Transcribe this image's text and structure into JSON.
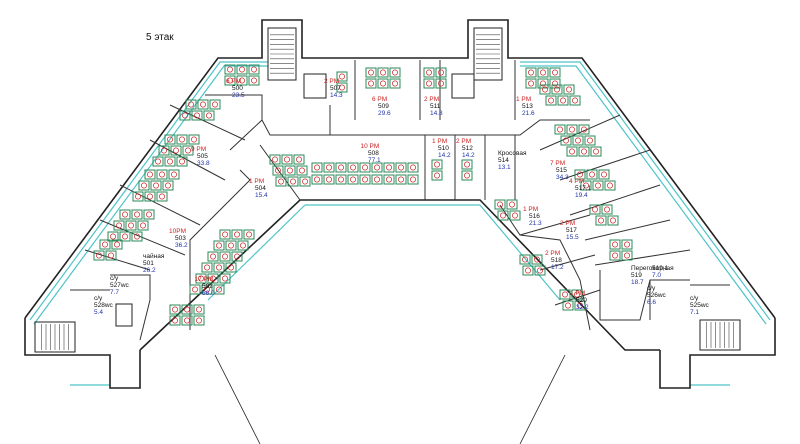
{
  "plan": {
    "title": "5 этак",
    "rooms": [
      {
        "id": "r500",
        "number": "500",
        "pm": "6 PM",
        "area": "23.5"
      },
      {
        "id": "r507",
        "number": "507",
        "pm": "2 PM",
        "area": "14.3"
      },
      {
        "id": "r509",
        "number": "509",
        "pm": "6 PM",
        "area": "29.6"
      },
      {
        "id": "r511",
        "number": "511",
        "pm": "2 PM",
        "area": "14.8"
      },
      {
        "id": "r513",
        "number": "513",
        "pm": "1 PM",
        "area": "21.6"
      },
      {
        "id": "r505",
        "number": "505",
        "pm": "9 PM",
        "area": "33.8"
      },
      {
        "id": "r508",
        "number": "508",
        "pm": "10 PM",
        "area": "77.1"
      },
      {
        "id": "r510",
        "number": "510",
        "pm": "1 PM",
        "area": "14.2"
      },
      {
        "id": "r512",
        "number": "512",
        "pm": "2 PM",
        "area": "14.2"
      },
      {
        "id": "r514",
        "number": "514",
        "pm": "",
        "area": "13.1",
        "name": "Кросовая"
      },
      {
        "id": "r515",
        "number": "515",
        "pm": "7 PM",
        "area": "34.3"
      },
      {
        "id": "r504",
        "number": "504",
        "pm": "1 PM",
        "area": "15.4"
      },
      {
        "id": "r517_1",
        "number": "517,1",
        "pm": "4 PM",
        "area": "19.4"
      },
      {
        "id": "r503",
        "number": "503",
        "pm": "10PM",
        "area": "36.2"
      },
      {
        "id": "r516",
        "number": "516",
        "pm": "1 PM",
        "area": "21.3"
      },
      {
        "id": "r517",
        "number": "517",
        "pm": "2 PM",
        "area": "15.5"
      },
      {
        "id": "r501",
        "number": "501",
        "pm": "",
        "area": "26.2",
        "name": "чайная"
      },
      {
        "id": "r518",
        "number": "518",
        "pm": "2 PM",
        "area": "17.2"
      },
      {
        "id": "r519",
        "number": "519",
        "pm": "",
        "area": "18.7",
        "name": "Переговорная"
      },
      {
        "id": "r519_1",
        "number": "519,1",
        "pm": "",
        "area": "7.0"
      },
      {
        "id": "r527wc",
        "number": "527wc",
        "pm": "",
        "area": "7.7",
        "name": "с/у"
      },
      {
        "id": "r502",
        "number": "502",
        "pm": "17 PM",
        "area": "66.0"
      },
      {
        "id": "r528wc",
        "number": "528wc",
        "pm": "",
        "area": "5.4",
        "name": "с/у"
      },
      {
        "id": "r520",
        "number": "520",
        "pm": "1 PM",
        "area": "32.2"
      },
      {
        "id": "r526wc",
        "number": "526wc",
        "pm": "",
        "area": "6.6",
        "name": "с/у"
      },
      {
        "id": "r525wc",
        "number": "525wc",
        "pm": "",
        "area": "7.1",
        "name": "с/у"
      }
    ],
    "colors": {
      "wall": "#222222",
      "glazing": "#4fc4c8",
      "desk": "#2a8a5a",
      "seat_mark": "#cc2222",
      "room_number": "#111111",
      "room_pm": "#cc2222",
      "room_area": "#2233aa"
    }
  }
}
